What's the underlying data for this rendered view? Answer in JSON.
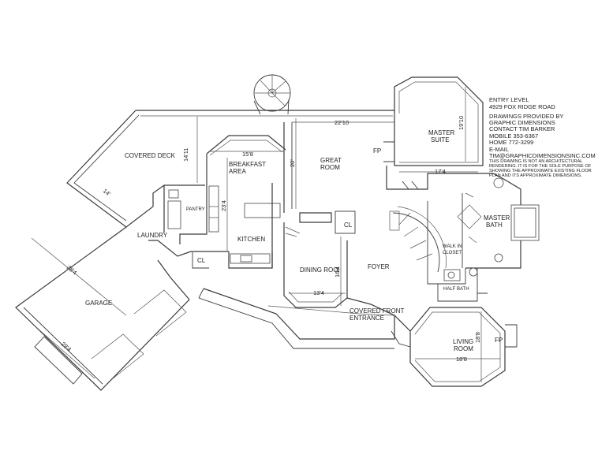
{
  "info": {
    "level": "ENTRY LEVEL",
    "address": "4929 FOX RIDGE ROAD",
    "credit_line1": "DRAWINGS PROVIDED BY",
    "credit_line2": "GRAPHIC DIMENSIONS",
    "contact": "CONTACT TIM BARKER",
    "mobile": "MOBILE 353-6367",
    "home": "HOME  772-3299",
    "email_label": "E-MAIL",
    "email": "TIM@GRAPHICDIMENSIONSINC.COM",
    "disclaimer1": "THIS DRAWING IS NOT AN ARCHITECTURAL",
    "disclaimer2": "RENDERING.  IT IS FOR THE SOLE PURPOSE OF",
    "disclaimer3": "SHOWING THE APPROXIMATE EXISTING FLOOR",
    "disclaimer4": "PLAN AND ITS APPROXIMATE  DIMENSIONS."
  },
  "rooms": {
    "covered_deck": "COVERED DECK",
    "breakfast_1": "BREAKFAST",
    "breakfast_2": "AREA",
    "great_room_1": "GREAT",
    "great_room_2": "ROOM",
    "fp_great": "FP",
    "master_suite_1": "MASTER",
    "master_suite_2": "SUITE",
    "master_bath_1": "MASTER",
    "master_bath_2": "BATH",
    "walk_in_1": "WALK IN",
    "walk_in_2": "CLOSET",
    "half_bath": "HALF BATH",
    "pantry": "PANTRY",
    "laundry": "LAUNDRY",
    "kitchen": "KITCHEN",
    "cl_kitchen": "CL",
    "cl_foyer": "CL",
    "dining": "DINING ROOI",
    "foyer": "FOYER",
    "garage": "GARAGE",
    "covered_front_1": "COVERED FRONT",
    "covered_front_2": "ENTRANCE",
    "living_1": "LIVING",
    "living_2": "ROOM",
    "fp_living": "FP"
  },
  "dimensions": {
    "great_width": "22'10",
    "deck_depth": "14'11",
    "deck_width": "14'",
    "breakfast_width": "15'8",
    "great_depth": "20'",
    "suite_depth": "19'10",
    "suite_width": "17'4",
    "kitchen_depth": "23'4",
    "garage_depth": "28'4",
    "garage_width": "29'4",
    "dining_depth": "16'4",
    "dining_width": "13'4",
    "living_depth": "18'8",
    "living_width": "18'8"
  }
}
